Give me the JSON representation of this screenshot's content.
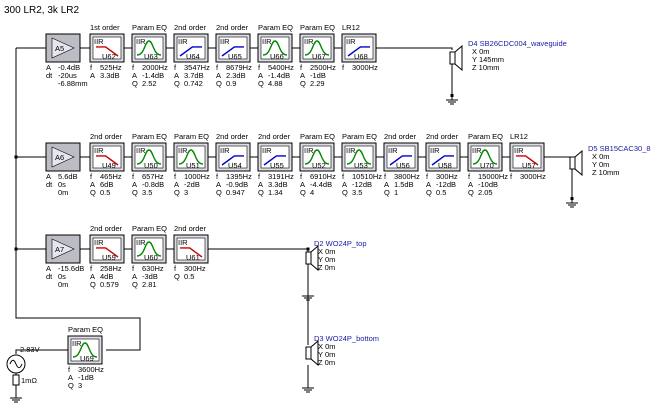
{
  "title": "300 LR2,  3k LR2",
  "rows": [
    {
      "gain": {
        "ref": "A5",
        "params": [
          {
            "k": "A",
            "v": "-0.4dB"
          },
          {
            "k": "dt",
            "v": "-20us"
          },
          {
            "k": "",
            "v": "-6.88mm"
          }
        ]
      },
      "filters": [
        {
          "title": "1st order",
          "ref": "U62",
          "curve": "lp",
          "color": "#cc0000",
          "params": [
            {
              "k": "f",
              "v": "525Hz"
            },
            {
              "k": "A",
              "v": "3.3dB"
            }
          ]
        },
        {
          "title": "Param EQ",
          "ref": "U63",
          "curve": "peq",
          "color": "#008800",
          "params": [
            {
              "k": "f",
              "v": "2000Hz"
            },
            {
              "k": "A",
              "v": "-1.4dB"
            },
            {
              "k": "Q",
              "v": "2.52"
            }
          ]
        },
        {
          "title": "2nd order",
          "ref": "U64",
          "curve": "hp",
          "color": "#0000cc",
          "params": [
            {
              "k": "f",
              "v": "3547Hz"
            },
            {
              "k": "A",
              "v": "3.7dB"
            },
            {
              "k": "Q",
              "v": "0.742"
            }
          ]
        },
        {
          "title": "2nd order",
          "ref": "U65",
          "curve": "hp",
          "color": "#0000cc",
          "params": [
            {
              "k": "f",
              "v": "8679Hz"
            },
            {
              "k": "A",
              "v": "2.3dB"
            },
            {
              "k": "Q",
              "v": "0.9"
            }
          ]
        },
        {
          "title": "Param EQ",
          "ref": "U66",
          "curve": "peq",
          "color": "#008800",
          "params": [
            {
              "k": "f",
              "v": "5400Hz"
            },
            {
              "k": "A",
              "v": "-1.4dB"
            },
            {
              "k": "Q",
              "v": "4.88"
            }
          ]
        },
        {
          "title": "Param EQ",
          "ref": "U67",
          "curve": "peq",
          "color": "#008800",
          "params": [
            {
              "k": "f",
              "v": "2500Hz"
            },
            {
              "k": "A",
              "v": "-1dB"
            },
            {
              "k": "Q",
              "v": "2.29"
            }
          ]
        },
        {
          "title": "LR12",
          "ref": "U68",
          "curve": "hp",
          "color": "#0000cc",
          "params": [
            {
              "k": "f",
              "v": "3000Hz"
            }
          ]
        }
      ],
      "speaker": {
        "name": "D4 SB26CDC004_waveguide",
        "params": [
          "X 0m",
          "Y 145mm",
          "Z 10mm"
        ]
      }
    },
    {
      "gain": {
        "ref": "A6",
        "params": [
          {
            "k": "A",
            "v": "5.6dB"
          },
          {
            "k": "dt",
            "v": "0s"
          },
          {
            "k": "",
            "v": "0m"
          }
        ]
      },
      "filters": [
        {
          "title": "2nd order",
          "ref": "U49",
          "curve": "lp",
          "color": "#cc0000",
          "params": [
            {
              "k": "f",
              "v": "465Hz"
            },
            {
              "k": "A",
              "v": "6dB"
            },
            {
              "k": "Q",
              "v": "0.5"
            }
          ]
        },
        {
          "title": "Param EQ",
          "ref": "U50",
          "curve": "peq",
          "color": "#008800",
          "params": [
            {
              "k": "f",
              "v": "657Hz"
            },
            {
              "k": "A",
              "v": "-0.8dB"
            },
            {
              "k": "Q",
              "v": "3.5"
            }
          ]
        },
        {
          "title": "Param EQ",
          "ref": "U51",
          "curve": "peq",
          "color": "#008800",
          "params": [
            {
              "k": "f",
              "v": "1000Hz"
            },
            {
              "k": "A",
              "v": "-2dB"
            },
            {
              "k": "Q",
              "v": "3"
            }
          ]
        },
        {
          "title": "2nd order",
          "ref": "U54",
          "curve": "hp",
          "color": "#0000cc",
          "params": [
            {
              "k": "f",
              "v": "1395Hz"
            },
            {
              "k": "A",
              "v": "-0.9dB"
            },
            {
              "k": "Q",
              "v": "0.947"
            }
          ]
        },
        {
          "title": "2nd order",
          "ref": "U55",
          "curve": "hp",
          "color": "#0000cc",
          "params": [
            {
              "k": "f",
              "v": "3191Hz"
            },
            {
              "k": "A",
              "v": "3.3dB"
            },
            {
              "k": "Q",
              "v": "1.34"
            }
          ]
        },
        {
          "title": "Param EQ",
          "ref": "U52",
          "curve": "peq",
          "color": "#008800",
          "params": [
            {
              "k": "f",
              "v": "6910Hz"
            },
            {
              "k": "A",
              "v": "-4.4dB"
            },
            {
              "k": "Q",
              "v": "4"
            }
          ]
        },
        {
          "title": "Param EQ",
          "ref": "U53",
          "curve": "peq",
          "color": "#008800",
          "params": [
            {
              "k": "f",
              "v": "10510Hz"
            },
            {
              "k": "A",
              "v": "-12dB"
            },
            {
              "k": "Q",
              "v": "3.5"
            }
          ]
        },
        {
          "title": "2nd order",
          "ref": "U56",
          "curve": "hp",
          "color": "#0000cc",
          "params": [
            {
              "k": "f",
              "v": "3800Hz"
            },
            {
              "k": "A",
              "v": "1.5dB"
            },
            {
              "k": "Q",
              "v": "1"
            }
          ]
        },
        {
          "title": "2nd order",
          "ref": "U58",
          "curve": "hp",
          "color": "#0000cc",
          "params": [
            {
              "k": "f",
              "v": "300Hz"
            },
            {
              "k": "A",
              "v": "-12dB"
            },
            {
              "k": "Q",
              "v": "0.5"
            }
          ]
        },
        {
          "title": "Param EQ",
          "ref": "U70",
          "curve": "peq",
          "color": "#008800",
          "params": [
            {
              "k": "f",
              "v": "15000Hz"
            },
            {
              "k": "A",
              "v": "-10dB"
            },
            {
              "k": "Q",
              "v": "2.05"
            }
          ]
        },
        {
          "title": "LR12",
          "ref": "U57",
          "curve": "lp",
          "color": "#cc0000",
          "params": [
            {
              "k": "f",
              "v": "3000Hz"
            }
          ]
        }
      ],
      "speaker": {
        "name": "D5 SB15CAC30_8",
        "params": [
          "X 0m",
          "Y 0m",
          "Z 10mm"
        ]
      }
    },
    {
      "gain": {
        "ref": "A7",
        "params": [
          {
            "k": "A",
            "v": "-15.6dB"
          },
          {
            "k": "dt",
            "v": "0s"
          },
          {
            "k": "",
            "v": "0m"
          }
        ]
      },
      "filters": [
        {
          "title": "2nd order",
          "ref": "U59",
          "curve": "lp",
          "color": "#cc0000",
          "params": [
            {
              "k": "f",
              "v": "258Hz"
            },
            {
              "k": "A",
              "v": "4dB"
            },
            {
              "k": "Q",
              "v": "0.579"
            }
          ]
        },
        {
          "title": "Param EQ",
          "ref": "U60",
          "curve": "peq",
          "color": "#008800",
          "params": [
            {
              "k": "f",
              "v": "630Hz"
            },
            {
              "k": "A",
              "v": "-3dB"
            },
            {
              "k": "Q",
              "v": "2.81"
            }
          ]
        },
        {
          "title": "2nd order",
          "ref": "U61",
          "curve": "lp",
          "color": "#cc0000",
          "params": [
            {
              "k": "f",
              "v": "300Hz"
            },
            {
              "k": "Q",
              "v": "0.5"
            }
          ]
        }
      ],
      "speakers": [
        {
          "name": "D2 WO24P_top",
          "params": [
            "X 0m",
            "Y 0m",
            "Z 0m"
          ]
        },
        {
          "name": "D3 WO24P_bottom",
          "params": [
            "X 0m",
            "Y 0m",
            "Z 0m"
          ]
        }
      ]
    }
  ],
  "source": {
    "voltage": "2.83V",
    "impedance": "1mΩ",
    "eq": {
      "title": "Param EQ",
      "ref": "U69",
      "curve": "peq",
      "color": "#008800",
      "params": [
        {
          "k": "f",
          "v": "3600Hz"
        },
        {
          "k": "A",
          "v": "-1dB"
        },
        {
          "k": "Q",
          "v": "3"
        }
      ]
    }
  },
  "block_type": "IIR"
}
